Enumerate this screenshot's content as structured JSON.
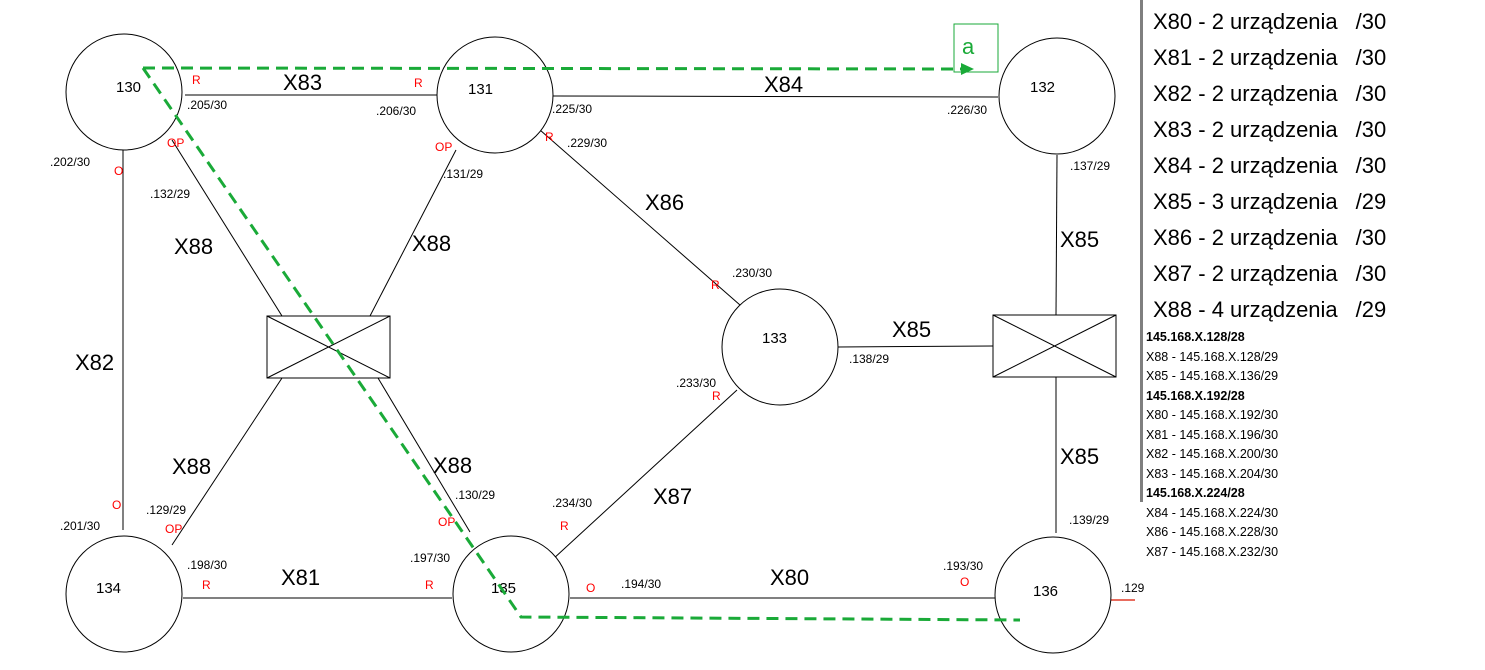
{
  "nodes": [
    {
      "id": "130",
      "label": "130"
    },
    {
      "id": "131",
      "label": "131"
    },
    {
      "id": "132",
      "label": "132"
    },
    {
      "id": "133",
      "label": "133"
    },
    {
      "id": "134",
      "label": "134"
    },
    {
      "id": "135",
      "label": "135"
    },
    {
      "id": "136",
      "label": "136"
    }
  ],
  "link_labels": {
    "x83": "X83",
    "x84": "X84",
    "x86": "X86",
    "x82": "X82",
    "x88_tl": "X88",
    "x88_tr": "X88",
    "x88_bl": "X88",
    "x88_br": "X88",
    "x85_top": "X85",
    "x85_mid": "X85",
    "x85_bot": "X85",
    "x87": "X87",
    "x81": "X81",
    "x80": "X80"
  },
  "addresses": {
    "a205": ".205/30",
    "a206": ".206/30",
    "a225": ".225/30",
    "a226": ".226/30",
    "a202": ".202/30",
    "a132": ".132/29",
    "a131": ".131/29",
    "a229": ".229/30",
    "a137": ".137/29",
    "a230": ".230/30",
    "a138": ".138/29",
    "a233": ".233/30",
    "a130": ".130/29",
    "a234": ".234/30",
    "a129_29": ".129/29",
    "a201": ".201/30",
    "a198": ".198/30",
    "a197": ".197/30",
    "a194": ".194/30",
    "a193": ".193/30",
    "a139": ".139/29",
    "a129": ".129"
  },
  "roles": {
    "r130": "R",
    "r131_left": "R",
    "p130": "OP",
    "o130": "O",
    "op131": "OP",
    "r131_diag": "R",
    "r133_top": "R",
    "r133_bot": "R",
    "o134": "O",
    "op134": "OP",
    "r134": "R",
    "op135": "OP",
    "r135_top": "R",
    "r135_left": "R",
    "o135": "O",
    "o136": "O"
  },
  "path_label": "a",
  "legend": {
    "rows": [
      {
        "name": "X80 - 2 urządzenia",
        "mask": "/30"
      },
      {
        "name": "X81 - 2 urządzenia",
        "mask": "/30"
      },
      {
        "name": "X82 - 2 urządzenia",
        "mask": "/30"
      },
      {
        "name": "X83 - 2 urządzenia",
        "mask": "/30"
      },
      {
        "name": "X84 - 2 urządzenia",
        "mask": "/30"
      },
      {
        "name": "X85 - 3 urządzenia",
        "mask": "/29"
      },
      {
        "name": "X86 - 2 urządzenia",
        "mask": "/30"
      },
      {
        "name": "X87 - 2 urządzenia",
        "mask": "/30"
      },
      {
        "name": "X88 - 4 urządzenia",
        "mask": "/29"
      }
    ],
    "subnets": [
      {
        "text": "145.168.X.128/28",
        "bold": true
      },
      {
        "text": "X88 - 145.168.X.128/29",
        "bold": false
      },
      {
        "text": "X85 - 145.168.X.136/29",
        "bold": false
      },
      {
        "text": "145.168.X.192/28",
        "bold": true
      },
      {
        "text": "X80 - 145.168.X.192/30",
        "bold": false
      },
      {
        "text": "X81 - 145.168.X.196/30",
        "bold": false
      },
      {
        "text": "X82 - 145.168.X.200/30",
        "bold": false
      },
      {
        "text": "X83 - 145.168.X.204/30",
        "bold": false
      },
      {
        "text": "145.168.X.224/28",
        "bold": true
      },
      {
        "text": "X84 - 145.168.X.224/30",
        "bold": false
      },
      {
        "text": "X86 - 145.168.X.228/30",
        "bold": false
      },
      {
        "text": "X87 - 145.168.X.232/30",
        "bold": false
      }
    ]
  },
  "colors": {
    "path": "#1aaa38",
    "role": "#ff0000",
    "line": "#000000",
    "uplink": "#e03c28"
  }
}
